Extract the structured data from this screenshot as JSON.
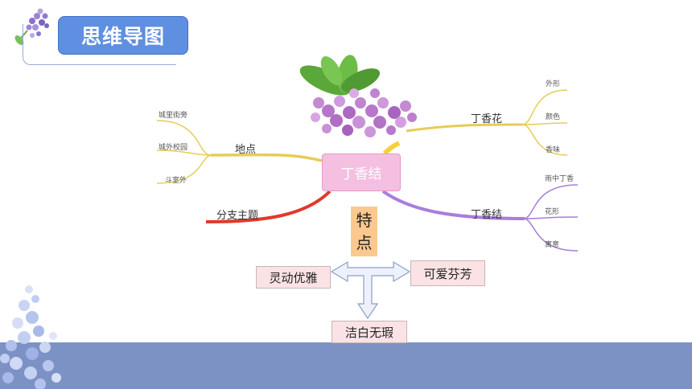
{
  "header": {
    "title": "思维导图"
  },
  "center": {
    "label": "丁香结"
  },
  "feature": {
    "label": "特点"
  },
  "branches": {
    "location": {
      "label": "地点",
      "children": [
        "城里街旁",
        "城外校园",
        "斗室外"
      ]
    },
    "flower": {
      "label": "丁香花",
      "children": [
        "外形",
        "颜色",
        "香味"
      ]
    },
    "knot": {
      "label": "丁香结",
      "children": [
        "雨中丁香",
        "花形",
        "寓意"
      ]
    },
    "subtheme": {
      "label": "分支主题"
    }
  },
  "traits": {
    "left": "灵动优雅",
    "right": "可爱芬芳",
    "bottom": "洁白无瑕"
  },
  "colors": {
    "yellow": "#e6cc5a",
    "purple": "#a97ddb",
    "red": "#e03a2a",
    "title_bg": "#5f8fe0",
    "center_bg": "#f5bfe1",
    "feature_bg": "#fbc98f",
    "trait_bg": "#fbe3e5",
    "band": "#7c92c5"
  }
}
